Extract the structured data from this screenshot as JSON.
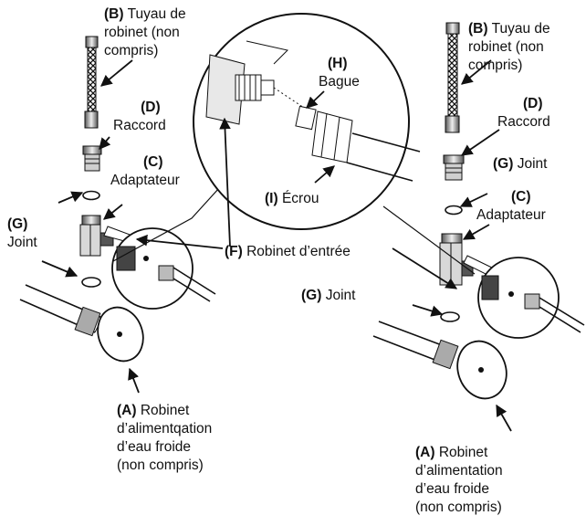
{
  "labels": {
    "B_left": {
      "letter": "(B)",
      "text": "Tuyau de",
      "line2": "robinet (non",
      "line3": "compris)"
    },
    "D_left": {
      "letter": "(D)",
      "text": "Raccord"
    },
    "C_left": {
      "letter": "(C)",
      "text": "Adaptateur"
    },
    "G_left": {
      "letter": "(G)",
      "text": "Joint"
    },
    "A_left": {
      "letter": "(A)",
      "text": "Robinet",
      "line2": "d’alimentqation",
      "line3": "d’eau froide",
      "line4": "(non compris)"
    },
    "H": {
      "letter": "(H)",
      "text": "Bague"
    },
    "I": {
      "letter": "(I)",
      "text": "Écrou"
    },
    "F": {
      "letter": "(F)",
      "text": "Robinet d’entrée"
    },
    "B_right": {
      "letter": "(B)",
      "text": "Tuyau de",
      "line2": "robinet (non",
      "line3": "compris)"
    },
    "D_right": {
      "letter": "(D)",
      "text": "Raccord"
    },
    "G_right_top": {
      "letter": "(G)",
      "text": "Joint"
    },
    "C_right": {
      "letter": "(C)",
      "text": "Adaptateur"
    },
    "G_right_mid": {
      "letter": "(G)",
      "text": "Joint"
    },
    "A_right": {
      "letter": "(A)",
      "text": "Robinet",
      "line2": "d’alimentation",
      "line3": "d’eau froide",
      "line4": "(non compris)"
    }
  },
  "colors": {
    "line": "#111111",
    "fill": "#ffffff",
    "shade": "#9a9a9a",
    "dark": "#333333"
  }
}
